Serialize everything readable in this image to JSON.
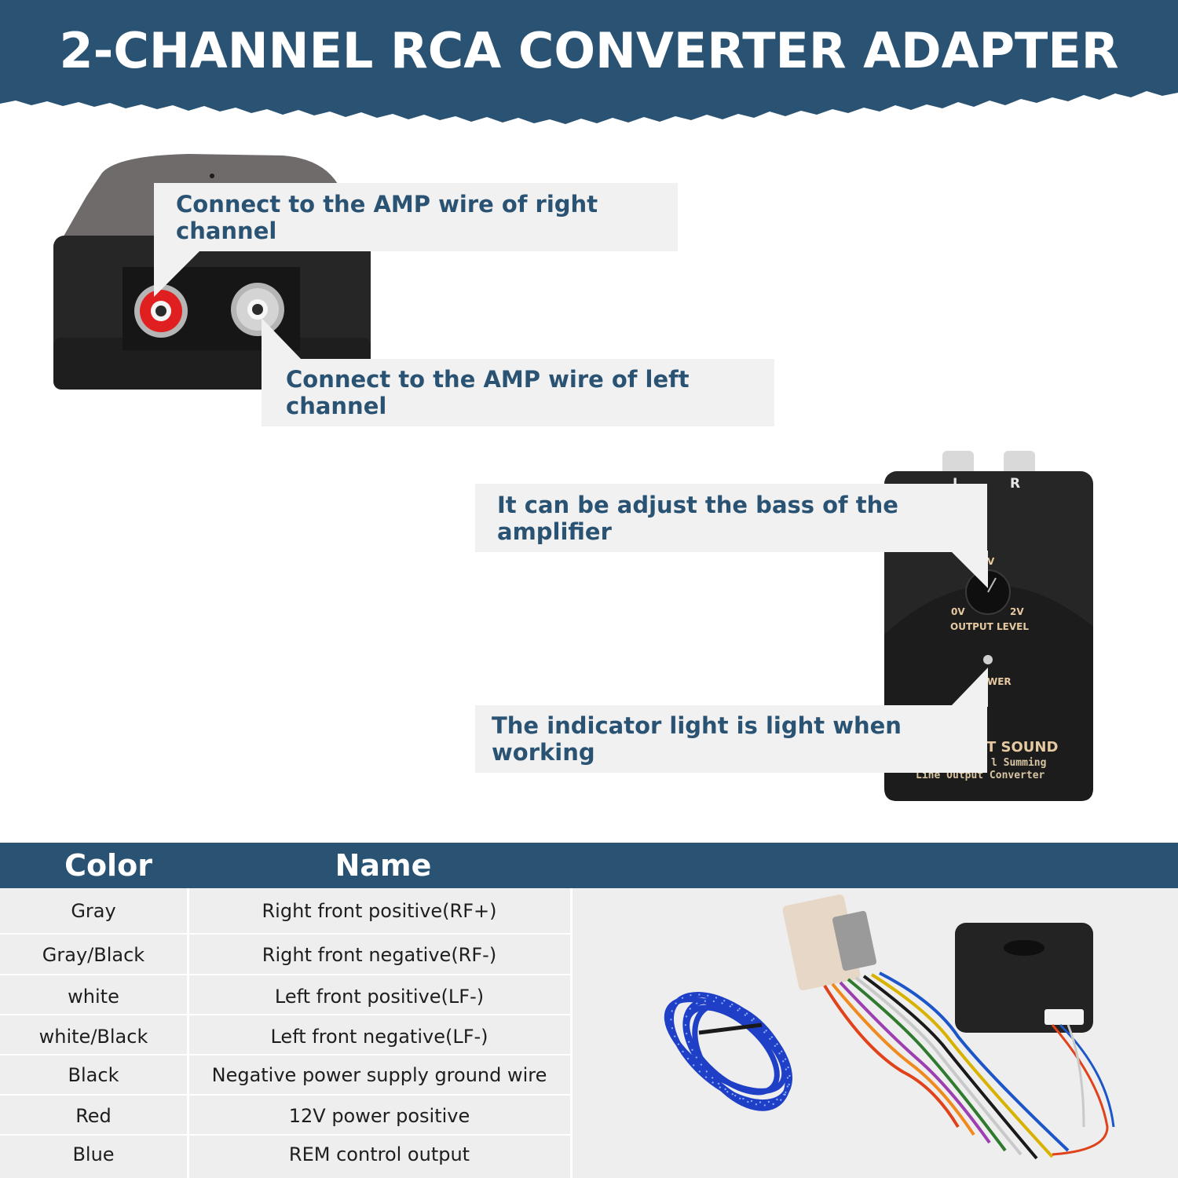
{
  "header": {
    "title": "2-CHANNEL RCA CONVERTER ADAPTER",
    "banner_color": "#2a5373"
  },
  "callouts": {
    "right_channel": "Connect to the AMP wire of right channel",
    "left_channel": "Connect to the AMP wire of left channel",
    "bass": "It can be adjust the bass of the amplifier",
    "indicator": "The indicator light is light when working"
  },
  "device": {
    "label_l": "L",
    "label_r": "R",
    "knob_top": "V",
    "knob_min": "0V",
    "knob_max": "2V",
    "output_level": "OUTPUT LEVEL",
    "power": "WER",
    "brand": "T SOUND",
    "line1": "l Summing",
    "line2": "Line Output Converter"
  },
  "table": {
    "header_color": "Color",
    "header_name": "Name",
    "rows": [
      {
        "color": "Gray",
        "name": "Right front positive(RF+)"
      },
      {
        "color": "Gray/Black",
        "name": "Right front negative(RF-)"
      },
      {
        "color": "white",
        "name": "Left front positive(LF-)"
      },
      {
        "color": "white/Black",
        "name": "Left front negative(LF-)"
      },
      {
        "color": "Black",
        "name": "Negative power supply ground wire"
      },
      {
        "color": "Red",
        "name": "12V power positive"
      },
      {
        "color": "Blue",
        "name": "REM control output"
      }
    ]
  },
  "colors": {
    "accent": "#2a5373",
    "callout_bg": "#f1f1f1",
    "table_bg": "#eeeeee"
  }
}
